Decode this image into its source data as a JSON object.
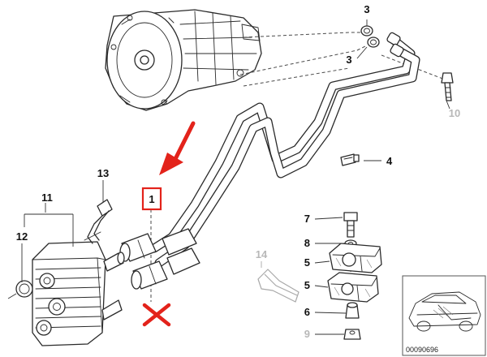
{
  "callouts": {
    "c1": "1",
    "c3_top": "3",
    "c3_mid": "3",
    "c4": "4",
    "c5_upper": "5",
    "c5_lower": "5",
    "c6": "6",
    "c7": "7",
    "c8": "8",
    "c9": "9",
    "c10": "10",
    "c11": "11",
    "c12": "12",
    "c13": "13",
    "c14": "14"
  },
  "inset": {
    "reference_code": "00090696"
  },
  "colors": {
    "highlight": "#e3231b",
    "line": "#2a2a2a",
    "greyed_part": "#b8b8b8"
  }
}
